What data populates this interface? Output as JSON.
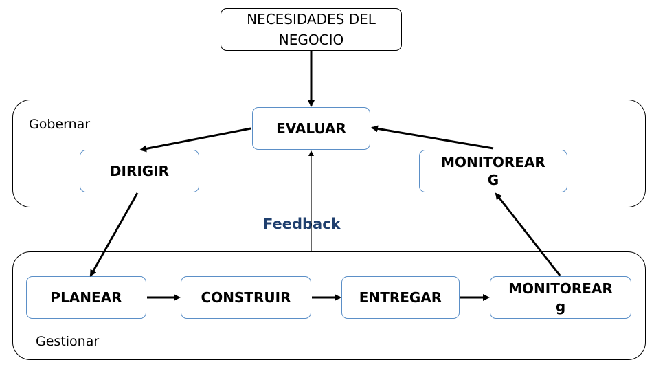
{
  "top_node": {
    "label_line1": "NECESIDADES DEL",
    "label_line2": "NEGOCIO"
  },
  "govern_region": {
    "label": "Gobernar",
    "nodes": {
      "evaluar": "EVALUAR",
      "dirigir": "DIRIGIR",
      "monitorear_line1": "MONITOREAR",
      "monitorear_line2": "G"
    }
  },
  "feedback_label": "Feedback",
  "manage_region": {
    "label": "Gestionar",
    "nodes": {
      "planear": "PLANEAR",
      "construir": "CONSTRUIR",
      "entregar": "ENTREGAR",
      "monitorear_line1": "MONITOREAR",
      "monitorear_line2": "g"
    }
  },
  "colors": {
    "inner_border": "#5b8fc7",
    "feedback_text": "#1f3f6e",
    "arrow": "#000000"
  }
}
